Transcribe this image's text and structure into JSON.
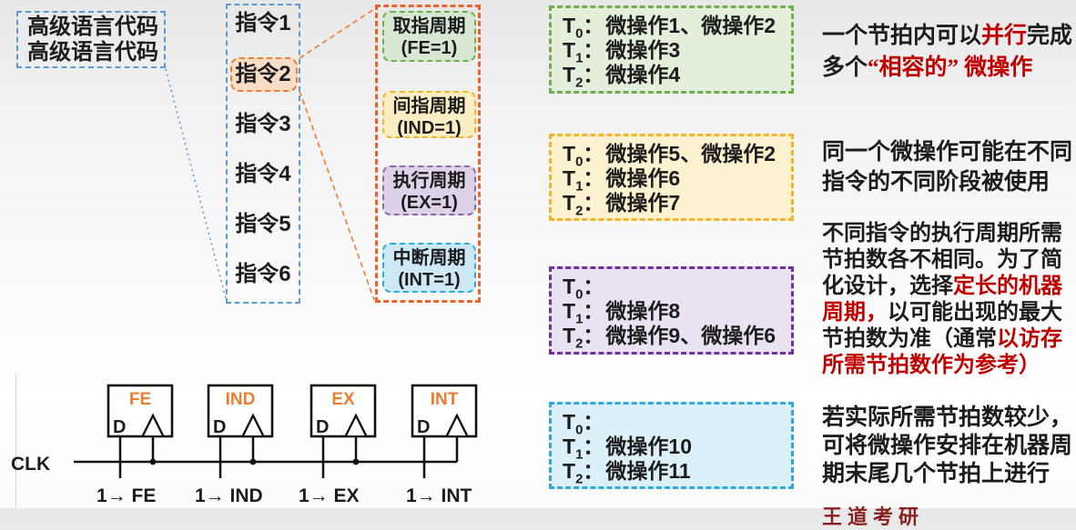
{
  "colors": {
    "blue": "#5b9bd5",
    "orange": "#ed7d31",
    "orange-deep": "#e8642c",
    "red": "#c00000",
    "ink": "#1c1c1c",
    "green": "#6fae4e",
    "green-fill": "#e3efdb",
    "green-fill2": "#d8e7d2",
    "gold": "#f2b32d",
    "gold-fill": "#fdf2cf",
    "gold-fill2": "#fbeec2",
    "purple": "#7030a0",
    "purple2": "#8c68a8",
    "purple-fill": "#eae2f1",
    "purple-fill2": "#ddd2e7",
    "cyan": "#2fa8dd",
    "cyan-fill": "#dcf0f9",
    "cyan-fill2": "#cde9f5",
    "peach": "#f9ddc7",
    "wm": "#8b2020"
  },
  "source_panel": {
    "lines": [
      "高级语言代码",
      "高级语言代码"
    ]
  },
  "instruction_list": {
    "items": [
      "指令1",
      "指令2",
      "指令3",
      "指令4",
      "指令5",
      "指令6"
    ],
    "highlighted": "指令2"
  },
  "cycle_panel": {
    "boxes": [
      {
        "title": "取指周期",
        "flag": "(FE=1)"
      },
      {
        "title": "间指周期",
        "flag": "(IND=1)"
      },
      {
        "title": "执行周期",
        "flag": "(EX=1)"
      },
      {
        "title": "中断周期",
        "flag": "(INT=1)"
      }
    ]
  },
  "tick_boxes": [
    {
      "rows": [
        {
          "t": "T",
          "sub": "0",
          "sep": "：",
          "ops": "微操作1、微操作2"
        },
        {
          "t": "T",
          "sub": "1",
          "sep": "：",
          "ops": "微操作3"
        },
        {
          "t": "T",
          "sub": "2",
          "sep": "：",
          "ops": "微操作4"
        }
      ]
    },
    {
      "rows": [
        {
          "t": "T",
          "sub": "0",
          "sep": "：",
          "ops": "微操作5、微操作2"
        },
        {
          "t": "T",
          "sub": "1",
          "sep": "：",
          "ops": "微操作6"
        },
        {
          "t": "T",
          "sub": "2",
          "sep": "：",
          "ops": "微操作7"
        }
      ]
    },
    {
      "rows": [
        {
          "t": "T",
          "sub": "0",
          "sep": "：",
          "ops": ""
        },
        {
          "t": "T",
          "sub": "1",
          "sep": "：",
          "ops": "微操作8"
        },
        {
          "t": "T",
          "sub": "2",
          "sep": "：",
          "ops": "微操作9、微操作6"
        }
      ]
    },
    {
      "rows": [
        {
          "t": "T",
          "sub": "0",
          "sep": "：",
          "ops": ""
        },
        {
          "t": "T",
          "sub": "1",
          "sep": "：",
          "ops": "微操作10"
        },
        {
          "t": "T",
          "sub": "2",
          "sep": "：",
          "ops": "微操作11"
        }
      ]
    }
  ],
  "notes": [
    {
      "lines": [
        {
          "segments": [
            {
              "text": "一个节拍内可以",
              "red": false
            },
            {
              "text": "并行",
              "red": true
            },
            {
              "text": "完成",
              "red": false
            }
          ]
        },
        {
          "segments": [
            {
              "text": "多个",
              "red": false
            },
            {
              "text": "“相容的” 微操作",
              "red": true
            }
          ]
        }
      ]
    },
    {
      "lines": [
        {
          "segments": [
            {
              "text": "同一个微操作可能在不同",
              "red": false
            }
          ]
        },
        {
          "segments": [
            {
              "text": "指令的不同阶段被使用",
              "red": false
            }
          ]
        }
      ]
    },
    {
      "lines": [
        {
          "segments": [
            {
              "text": "不同指令的执行周期所需",
              "red": false
            }
          ]
        },
        {
          "segments": [
            {
              "text": "节拍数各不相同。为了简",
              "red": false
            }
          ]
        },
        {
          "segments": [
            {
              "text": "化设计，选择",
              "red": false
            },
            {
              "text": "定长的机器",
              "red": true
            }
          ]
        },
        {
          "segments": [
            {
              "text": "周期，",
              "red": true
            },
            {
              "text": "以可能出现的最大",
              "red": false
            }
          ]
        },
        {
          "segments": [
            {
              "text": "节拍数为准（通常",
              "red": false
            },
            {
              "text": "以访存",
              "red": true
            }
          ]
        },
        {
          "segments": [
            {
              "text": "所需节拍数作为参考）",
              "red": true
            }
          ]
        }
      ]
    },
    {
      "lines": [
        {
          "segments": [
            {
              "text": "若实际所需节拍数较少，",
              "red": false
            }
          ]
        },
        {
          "segments": [
            {
              "text": "可将微操作安排在机器周",
              "red": false
            }
          ]
        },
        {
          "segments": [
            {
              "text": "期末尾几个节拍上进行",
              "red": false
            }
          ]
        }
      ]
    }
  ],
  "flipflop_diagram": {
    "clk_label": "CLK",
    "units": [
      {
        "name": "FE",
        "d_label": "D",
        "set_label": "1→ FE"
      },
      {
        "name": "IND",
        "d_label": "D",
        "set_label": "1→ IND"
      },
      {
        "name": "EX",
        "d_label": "D",
        "set_label": "1→ EX"
      },
      {
        "name": "INT",
        "d_label": "D",
        "set_label": "1→ INT"
      }
    ]
  },
  "watermark": "王道考研"
}
